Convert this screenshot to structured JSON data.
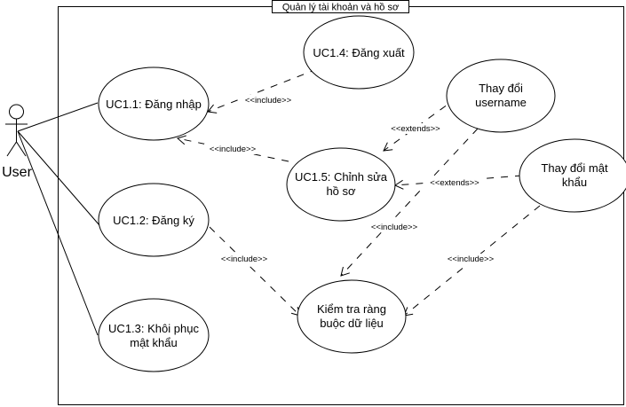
{
  "diagram": {
    "system_title": "Quản lý tài khoản và hồ sơ",
    "actor": {
      "label": "User"
    },
    "use_cases": {
      "login": "UC1.1: Đăng nhập",
      "register": "UC1.2: Đăng ký",
      "recover": [
        "UC1.3: Khôi phục",
        "mật khẩu"
      ],
      "logout": "UC1.4: Đăng xuất",
      "edit_profile": [
        "UC1.5: Chỉnh sửa",
        "hồ sơ"
      ],
      "change_username": [
        "Thay đổi",
        "username"
      ],
      "change_password": [
        "Thay đổi mật",
        "khẩu"
      ],
      "validate": [
        "Kiểm tra ràng",
        "buộc dữ liệu"
      ]
    },
    "relations": {
      "include": "<<include>>",
      "extends": "<<extends>>"
    }
  }
}
